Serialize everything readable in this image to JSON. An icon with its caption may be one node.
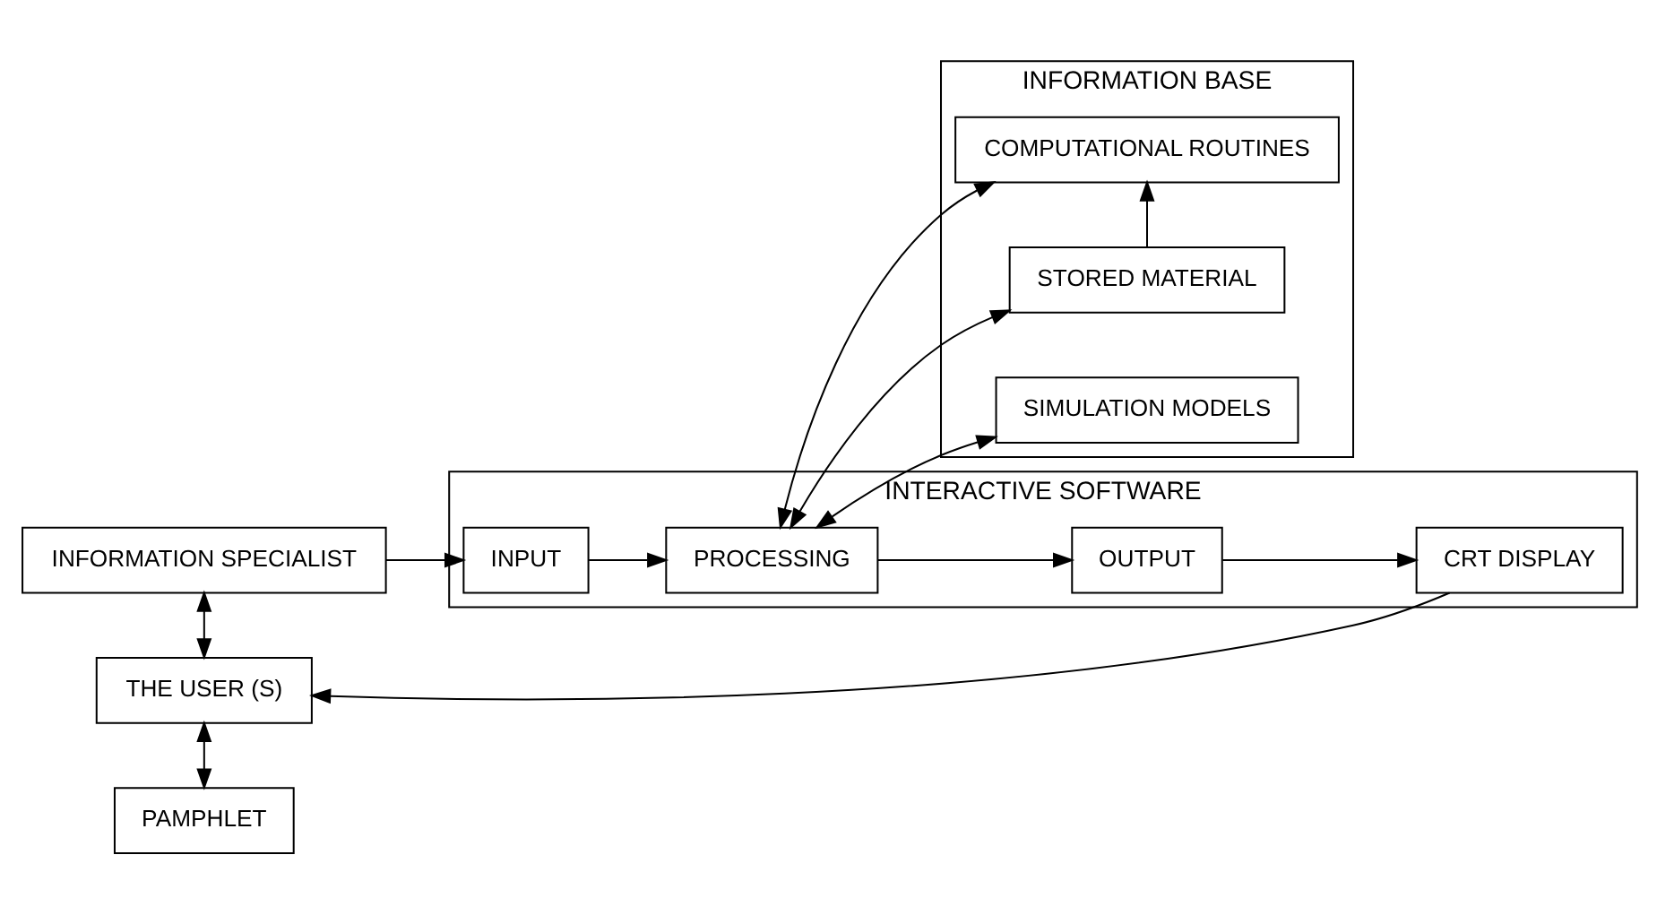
{
  "diagram": {
    "nodes": [
      {
        "text": [
          "INTERACTIVE SOFTWARE"
        ]
      },
      {
        "text": [
          "INFORMATION BASE"
        ]
      },
      {
        "text": [
          "INFORMATION SPECIALIST"
        ]
      },
      {
        "text": [
          "THE USER (S)"
        ]
      },
      {
        "text": [
          "PAMPHLET"
        ]
      },
      {
        "text": [
          "INPUT"
        ],
        "in": 0
      },
      {
        "text": [
          "CRT DISPLAY"
        ],
        "in": 0
      },
      {
        "text": [
          "PROCESSING"
        ],
        "in": 0
      },
      {
        "text": [
          "OUTPUT"
        ],
        "in": 0
      },
      {
        "text": [
          "STORED MATERIAL"
        ],
        "in": 1
      },
      {
        "text": [
          "COMPUTATIONAL ROUTINES"
        ],
        "in": 1
      },
      {
        "text": [
          "SIMULATION MODELS"
        ],
        "in": 1
      }
    ],
    "edges": [
      {
        "from": 2,
        "to": 5,
        "arrow": "to"
      },
      {
        "from": 2,
        "to": 3,
        "arrow": "both"
      },
      {
        "from": 3,
        "to": 4,
        "arrow": "both"
      },
      {
        "from": 6,
        "to": 3,
        "arrow": "to"
      },
      {
        "from": 5,
        "to": 7,
        "arrow": "to"
      },
      {
        "from": 7,
        "to": 8,
        "arrow": "to"
      },
      {
        "from": 8,
        "to": 6,
        "arrow": "to"
      },
      {
        "from": 9,
        "to": 7,
        "arrow": "both"
      },
      {
        "from": 9,
        "to": 10,
        "arrow": "to"
      },
      {
        "from": 7,
        "to": 10,
        "arrow": "both"
      },
      {
        "from": 7,
        "to": 11,
        "arrow": "both"
      }
    ]
  }
}
